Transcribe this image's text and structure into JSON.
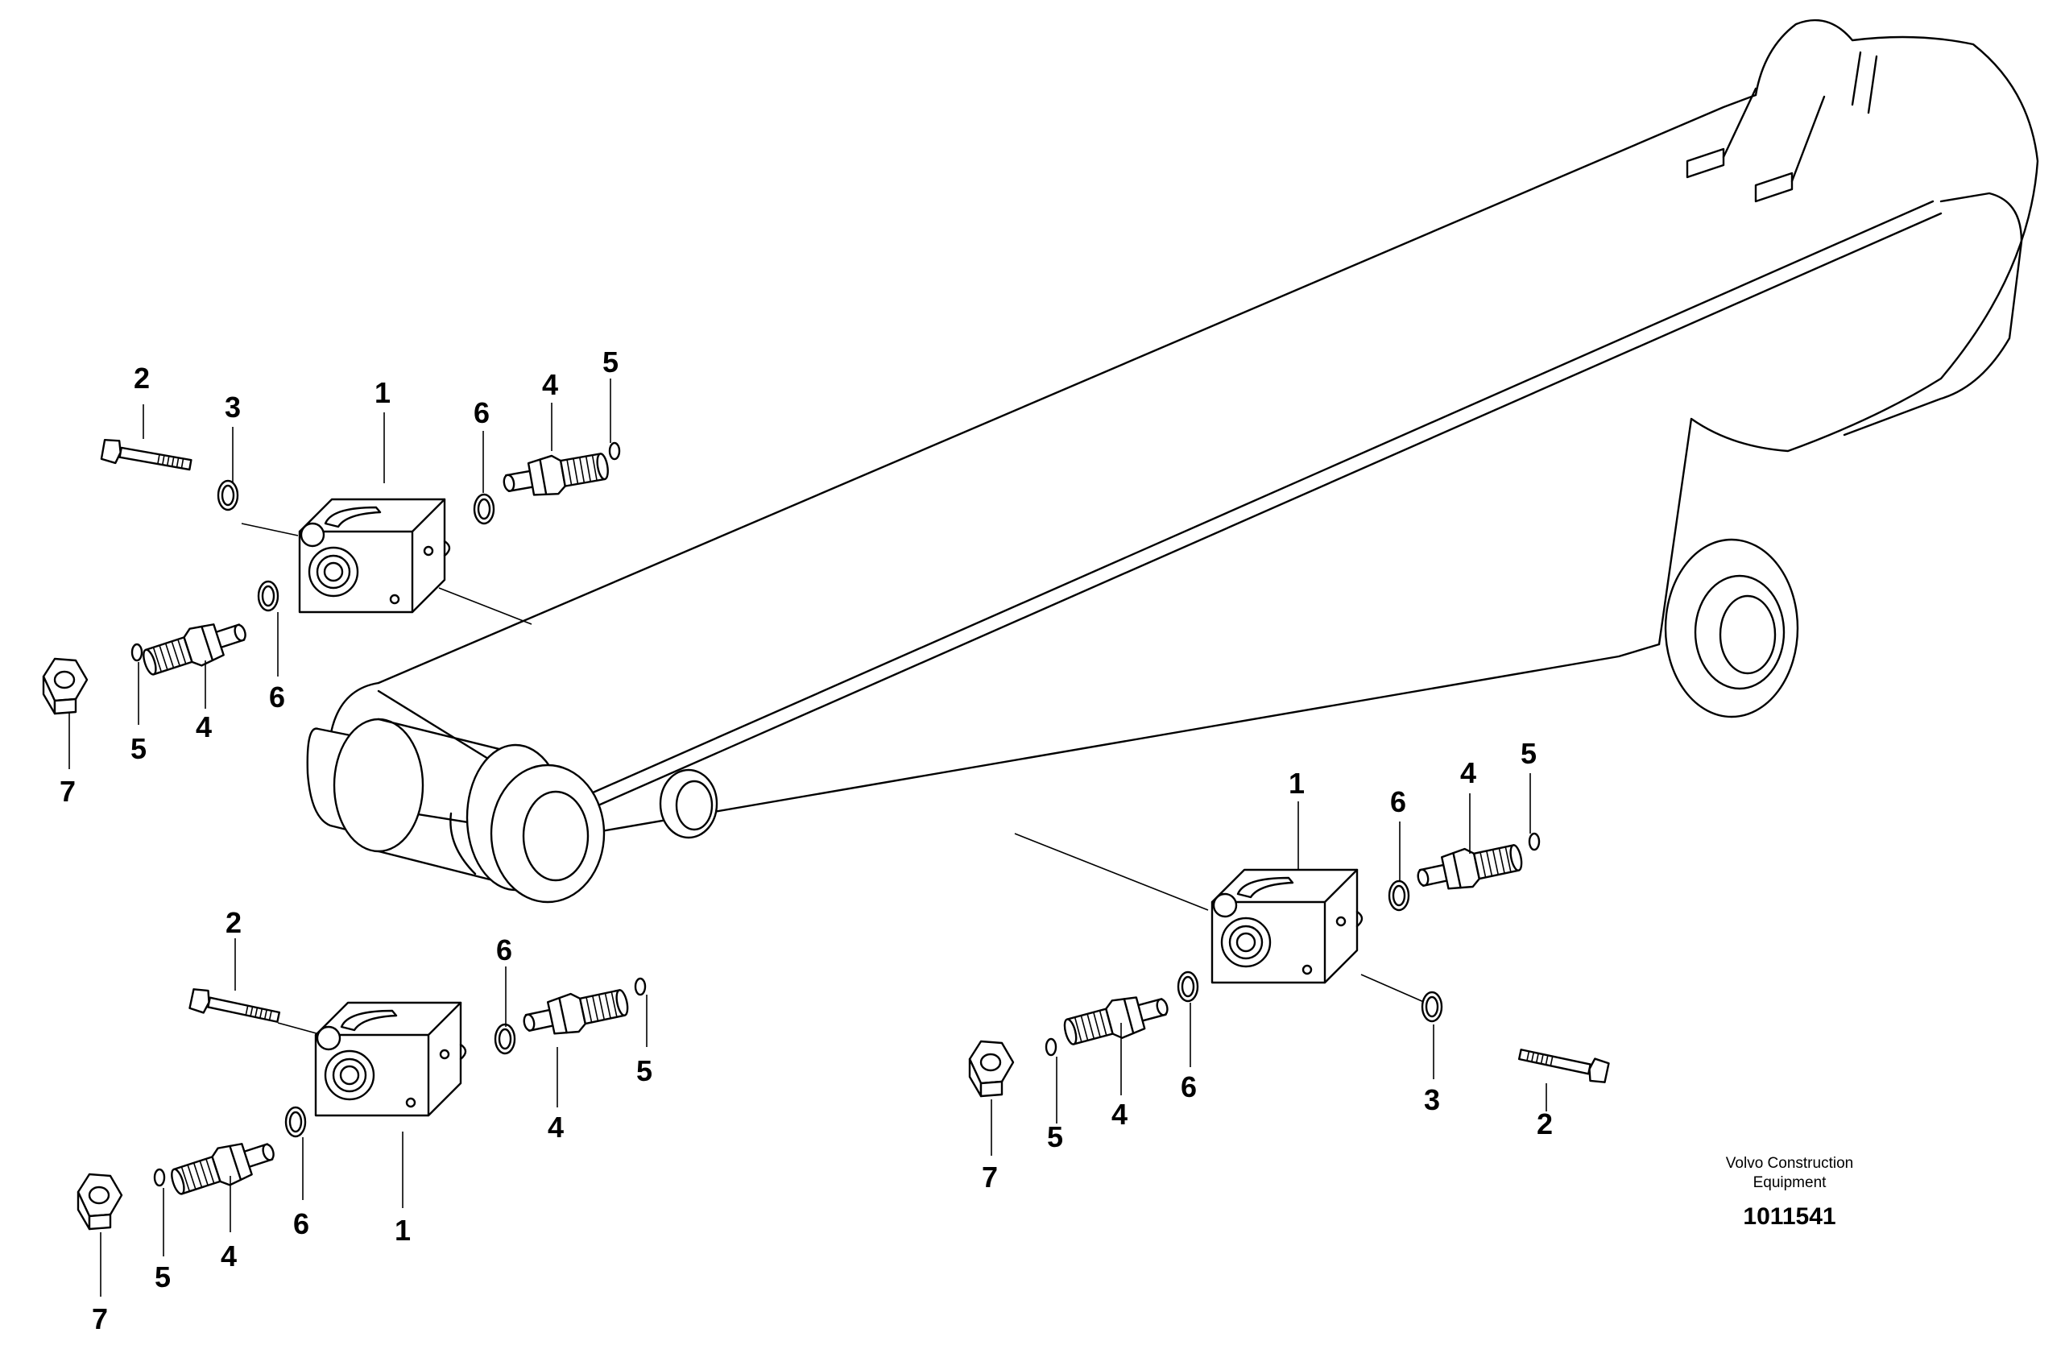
{
  "labels": {
    "l1": "1",
    "l2": "2",
    "l3": "3",
    "l4": "4",
    "l5": "5",
    "l6": "6",
    "l7": "7"
  },
  "credit": {
    "line1": "Volvo Construction",
    "line2": "Equipment",
    "doc_number": "1011541"
  }
}
